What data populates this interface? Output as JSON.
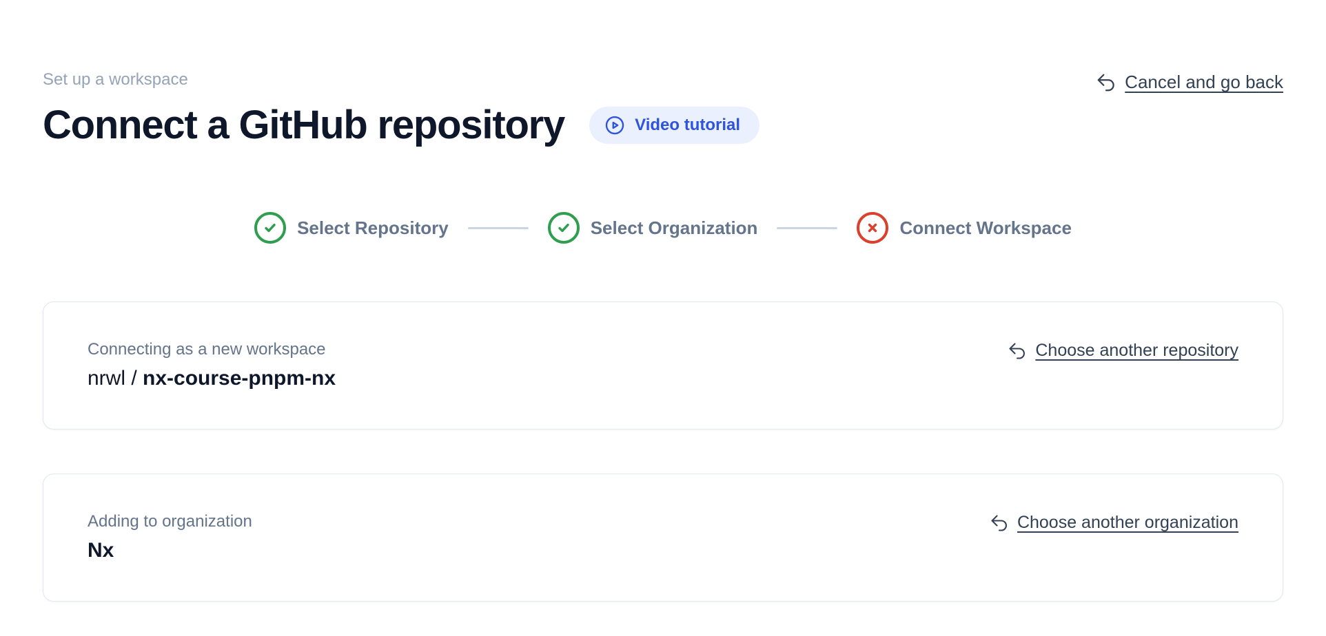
{
  "header": {
    "eyebrow": "Set up a workspace",
    "title": "Connect a GitHub repository",
    "video_tutorial_label": "Video tutorial",
    "cancel_label": "Cancel and go back"
  },
  "stepper": {
    "steps": [
      {
        "label": "Select Repository",
        "status": "done",
        "icon": "check-circle"
      },
      {
        "label": "Select Organization",
        "status": "done",
        "icon": "check-circle"
      },
      {
        "label": "Connect Workspace",
        "status": "error",
        "icon": "x-circle"
      }
    ]
  },
  "cards": {
    "repository": {
      "label": "Connecting as a new workspace",
      "owner": "nrwl",
      "separator": " / ",
      "repo": "nx-course-pnpm-nx",
      "action_label": "Choose another repository"
    },
    "organization": {
      "label": "Adding to organization",
      "value": "Nx",
      "action_label": "Choose another organization"
    }
  },
  "colors": {
    "accent": "#2e53dd",
    "accent-soft": "#ebf0fe",
    "success": "#2f9e4f",
    "danger": "#d9402e",
    "heading": "#0f172a",
    "muted": "#94a3b8",
    "muted-2": "#64748b",
    "step-text": "#64748b",
    "connector": "#cbd5e1",
    "link": "#334155",
    "card-border": "#e2e8f0"
  }
}
